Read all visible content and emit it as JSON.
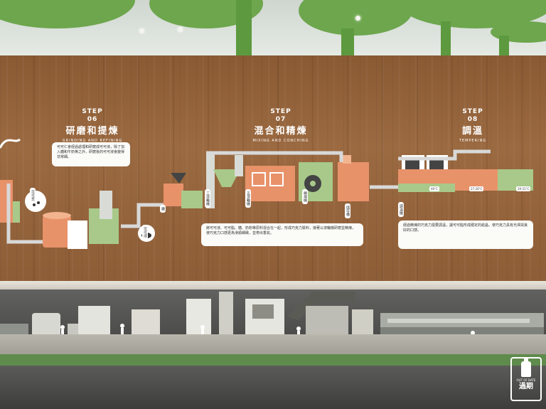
{
  "steps": [
    {
      "label": "STEP",
      "num": "06",
      "zh": "研磨和提煉",
      "en": "GRINDING AND REFINING"
    },
    {
      "label": "STEP",
      "num": "07",
      "zh": "混合和精煉",
      "en": "MIXING AND CONCHING"
    },
    {
      "label": "STEP",
      "num": "08",
      "zh": "調溫",
      "en": "TEMPERING"
    }
  ],
  "chips": [
    "可可豆",
    "糖",
    "可可液",
    "三滾輪機",
    "五滾輪機",
    "精煉機",
    "儲存槽",
    "調溫機"
  ],
  "temps": [
    "46°C",
    "27-28°C",
    "29-31°C"
  ],
  "panels": [
    "可可仁會經過處理和研磨成可可液，除了加入糖和牛奶等之外，研磨後的可可液會變得非常細。",
    "將可可液、可可脂、糖、奶粉等原料混合在一起，形成巧克力漿料，接著以滾輪機研磨並精煉，使巧克力口感更為滑順細緻，並帶出香氣。",
    "經過精煉的巧克力需要調溫，讓可可脂形成穩定的結晶，使巧克力具有光澤與良好的口感。"
  ],
  "watermark": {
    "small": "OUT OF DATE",
    "big": "過期"
  }
}
